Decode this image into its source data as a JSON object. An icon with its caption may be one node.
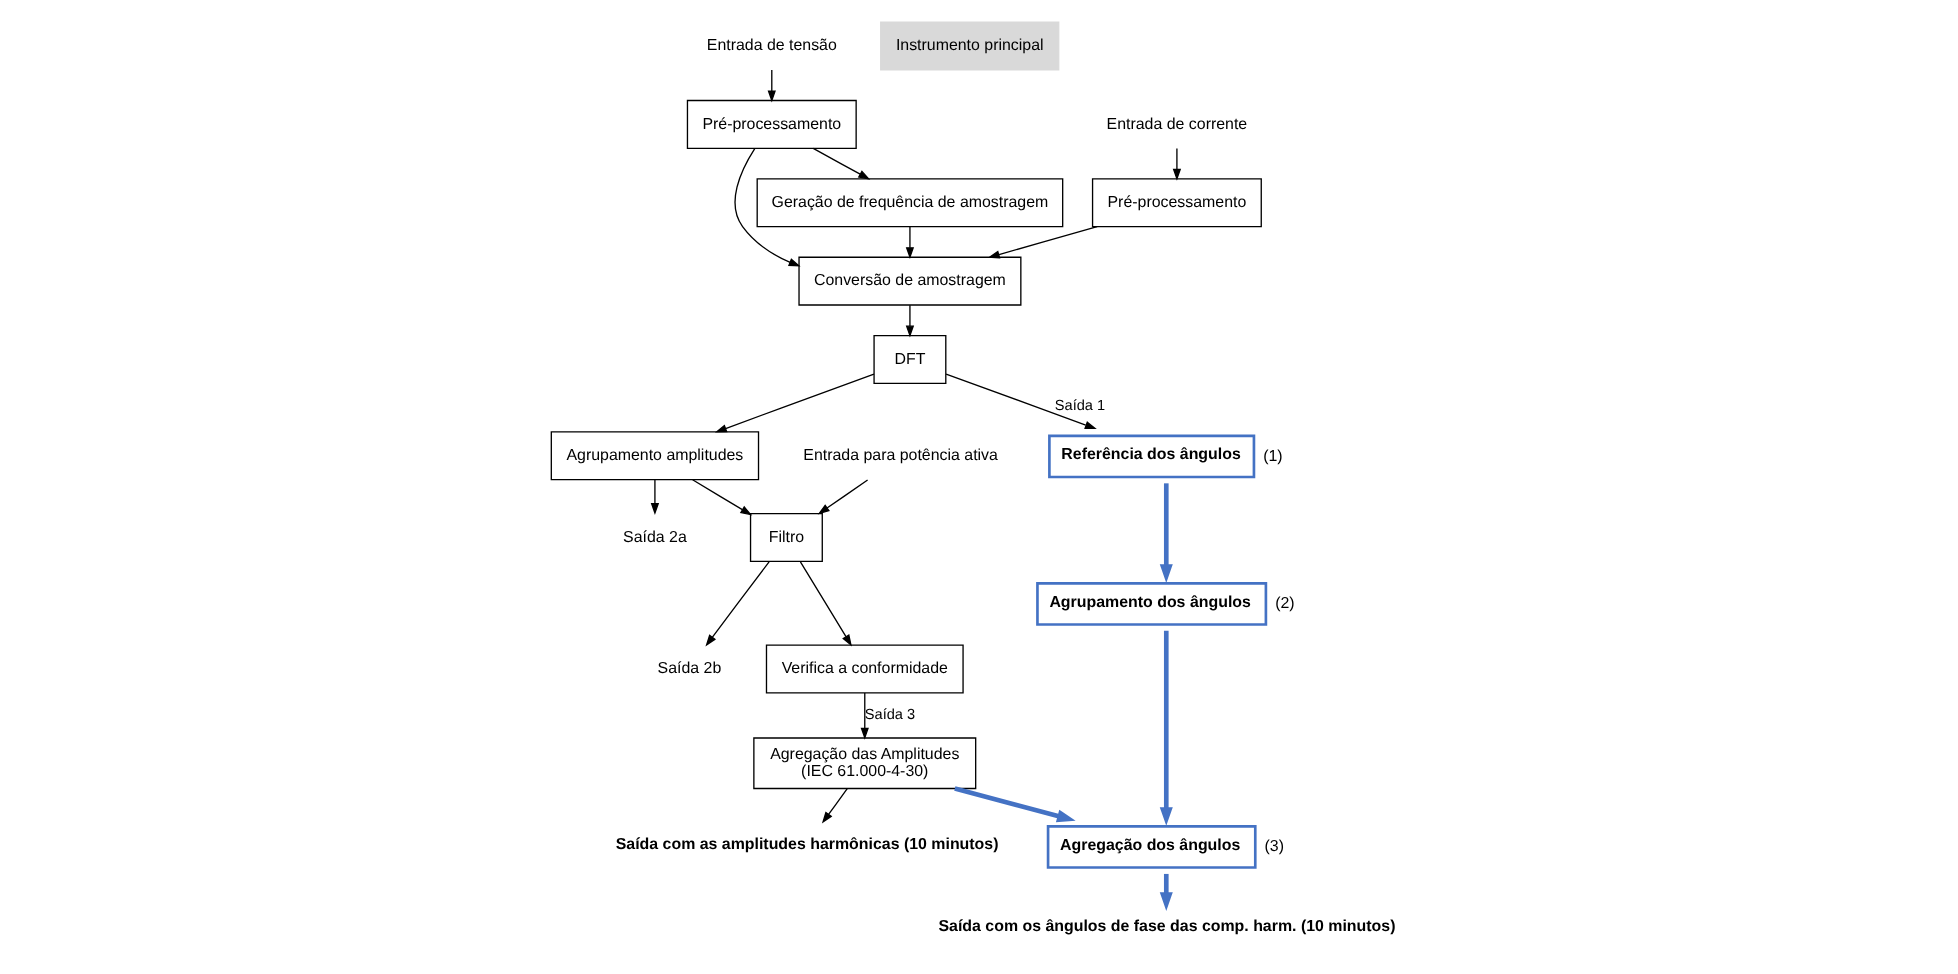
{
  "diagram": {
    "nodes": [
      {
        "text": [
          "Entrada de tensão"
        ]
      },
      {
        "text": [
          "Entrada de corrente"
        ]
      },
      {
        "text": [
          "Pré-processamento"
        ]
      },
      {
        "text": [
          "Pré-processamento"
        ]
      },
      {
        "text": [
          "Geração de frequência de amostragem"
        ]
      },
      {
        "text": [
          "Conversão de amostragem"
        ]
      },
      {
        "text": [
          "DFT"
        ]
      },
      {
        "text": [
          "Agrupamento amplitudes"
        ]
      },
      {
        "text": [
          "Entrada para potência ativa"
        ]
      },
      {
        "text": [
          "Filtro"
        ]
      },
      {
        "text": [
          "Verifica a conformidade"
        ]
      },
      {
        "text": [
          "Agregação das Amplitudes",
          "(IEC 61.000-4-30)"
        ]
      },
      {
        "text": [
          "Referência dos ângulos"
        ],
        "beside": [
          "(1)"
        ]
      },
      {
        "text": [
          "Agrupamento dos ângulos"
        ],
        "beside": [
          "(2)"
        ]
      },
      {
        "text": [
          "Agregação dos ângulos"
        ],
        "beside": [
          "(3)"
        ]
      },
      {
        "text": [
          "Saída com os ângulos de fase das comp. harm. (10 minutos)"
        ]
      },
      {
        "text": [
          "Saída com as amplitudes harmônicas (10 minutos)"
        ]
      },
      {
        "text": [
          "Saída 2a"
        ]
      },
      {
        "text": [
          "Saída 2b"
        ]
      },
      {
        "text": [
          "Instrumento principal"
        ]
      }
    ],
    "edges": [
      {
        "from": 0,
        "to": 2,
        "arrow": "to"
      },
      {
        "from": 1,
        "to": 3,
        "arrow": "to"
      },
      {
        "from": 2,
        "to": 4,
        "arrow": "to"
      },
      {
        "from": 2,
        "to": 5,
        "arrow": "to"
      },
      {
        "from": 3,
        "to": 5,
        "arrow": "to"
      },
      {
        "from": 4,
        "to": 5,
        "arrow": "to"
      },
      {
        "from": 5,
        "to": 6,
        "arrow": "to"
      },
      {
        "from": 6,
        "to": 12,
        "arrow": "to",
        "label": "Saída 1"
      },
      {
        "from": 6,
        "to": 7,
        "arrow": "to"
      },
      {
        "from": 7,
        "to": 17,
        "arrow": "to"
      },
      {
        "from": 7,
        "to": 9,
        "arrow": "to"
      },
      {
        "from": 8,
        "to": 9,
        "arrow": "to"
      },
      {
        "from": 9,
        "to": 18,
        "arrow": "to"
      },
      {
        "from": 9,
        "to": 10,
        "arrow": "to"
      },
      {
        "from": 10,
        "to": 11,
        "arrow": "to",
        "label": "Saída 3"
      },
      {
        "from": 12,
        "to": 13,
        "arrow": "to",
        "style": "thick",
        "color": "#4472c4"
      },
      {
        "from": 13,
        "to": 14,
        "arrow": "to",
        "style": "thick",
        "color": "#4472c4"
      },
      {
        "from": 11,
        "to": 14,
        "arrow": "to",
        "style": "thick",
        "color": "#4472c4"
      },
      {
        "from": 14,
        "to": 15,
        "arrow": "to",
        "style": "thick",
        "color": "#4472c4"
      },
      {
        "from": 11,
        "to": 16,
        "arrow": "to"
      }
    ]
  }
}
